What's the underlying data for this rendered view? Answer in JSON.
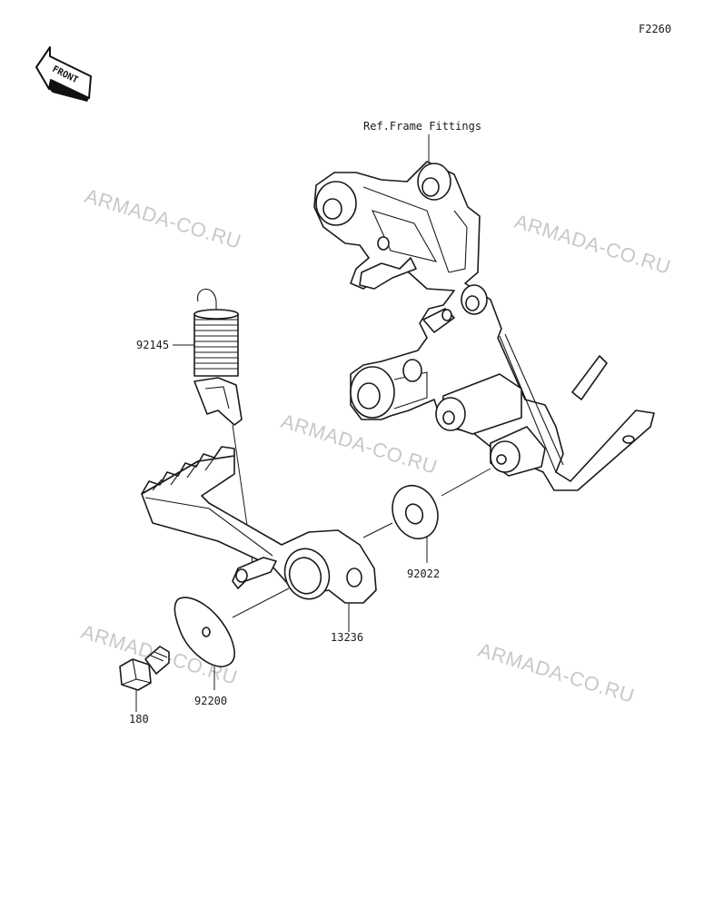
{
  "figure_code": "F2260",
  "front_label": "FRONT",
  "reference_label": "Ref.Frame Fittings",
  "watermark": "ARMADA-CO.RU",
  "parts": [
    {
      "number": "92145"
    },
    {
      "number": "92022"
    },
    {
      "number": "13236"
    },
    {
      "number": "92200"
    },
    {
      "number": "180"
    }
  ]
}
